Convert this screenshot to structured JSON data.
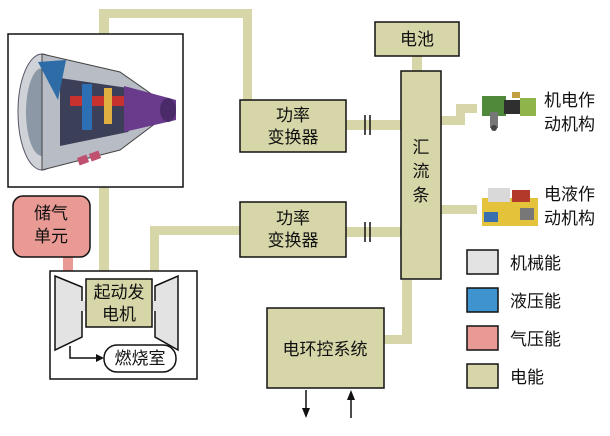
{
  "colors": {
    "electric": "#d6d6a8",
    "mechanical": "#e3e3e3",
    "hydraulic": "#3f94cf",
    "pneumatic": "#e99a94",
    "outline": "#111111",
    "white": "#ffffff"
  },
  "diagram": {
    "battery": "电池",
    "converter_top": {
      "line1": "功率",
      "line2": "变换器"
    },
    "converter_bottom": {
      "line1": "功率",
      "line2": "变换器"
    },
    "busbar": {
      "c1": "汇",
      "c2": "流",
      "c3": "条"
    },
    "em_actuator": {
      "line1": "机电作",
      "line2": "动机构",
      "icon": "electromechanical-actuator-icon"
    },
    "eh_actuator": {
      "line1": "电液作",
      "line2": "动机构",
      "icon": "electrohydraulic-actuator-icon"
    },
    "gas_storage": {
      "line1": "储气",
      "line2": "单元"
    },
    "starter_generator": {
      "line1": "起动发",
      "line2": "电机"
    },
    "combustor": "燃烧室",
    "env_control": "电环控系统",
    "engine_icon": "turbofan-engine-icon"
  },
  "legend": [
    {
      "label": "机械能",
      "color": "#e3e3e3"
    },
    {
      "label": "液压能",
      "color": "#3f94cf"
    },
    {
      "label": "气压能",
      "color": "#e99a94"
    },
    {
      "label": "电能",
      "color": "#d6d6a8"
    }
  ]
}
